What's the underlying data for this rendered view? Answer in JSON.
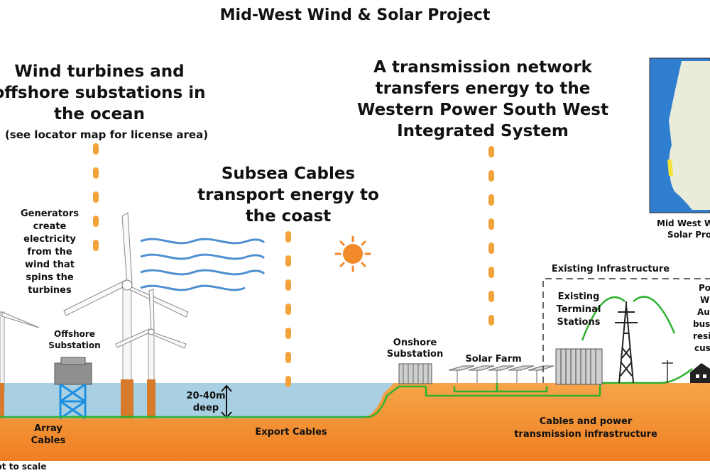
{
  "title": "Mid-West Wind & Solar Project",
  "callouts": {
    "offshore": [
      "Wind turbines and",
      "offshore substations in",
      "the ocean"
    ],
    "offshore_note": "(see locator map for license area)",
    "transmission": [
      "A transmission network",
      "transfers energy to the",
      "Western Power South West",
      "Integrated System"
    ],
    "subsea": [
      "Subsea Cables",
      "transport energy to",
      "the coast"
    ]
  },
  "labels": {
    "generators": [
      "Generators",
      "create",
      "electricity",
      "from the",
      "wind that",
      "spins the",
      "turbines"
    ],
    "offshore_substation": [
      "Offshore",
      "Substation"
    ],
    "depth": [
      "20-40m",
      "deep"
    ],
    "array_cables": [
      "Array",
      "Cables"
    ],
    "export_cables": "Export Cables",
    "onshore_substation": [
      "Onshore",
      "Substation"
    ],
    "solar_farm": "Solar Farm",
    "existing_infrastructure": "Existing Infrastructure",
    "existing_terminal": [
      "Existing",
      "Terminal",
      "Stations"
    ],
    "cables_power": [
      "Cables and power",
      "transmission infrastructure"
    ],
    "map_caption": [
      "Mid West W",
      "Solar Pro"
    ],
    "power_to": [
      "Po",
      "W",
      "Au",
      "busi",
      "resi",
      "cus"
    ],
    "not_to_scale": "not to scale"
  },
  "colors": {
    "sea": "#a9cfe2",
    "land": "#f08a2a",
    "land_light": "#f6a54a",
    "dash": "#f2a33a",
    "cable": "#2fb12f",
    "sun": "#f28a2a",
    "wave": "#4d8fd0",
    "foundation": "#1e90e0"
  }
}
